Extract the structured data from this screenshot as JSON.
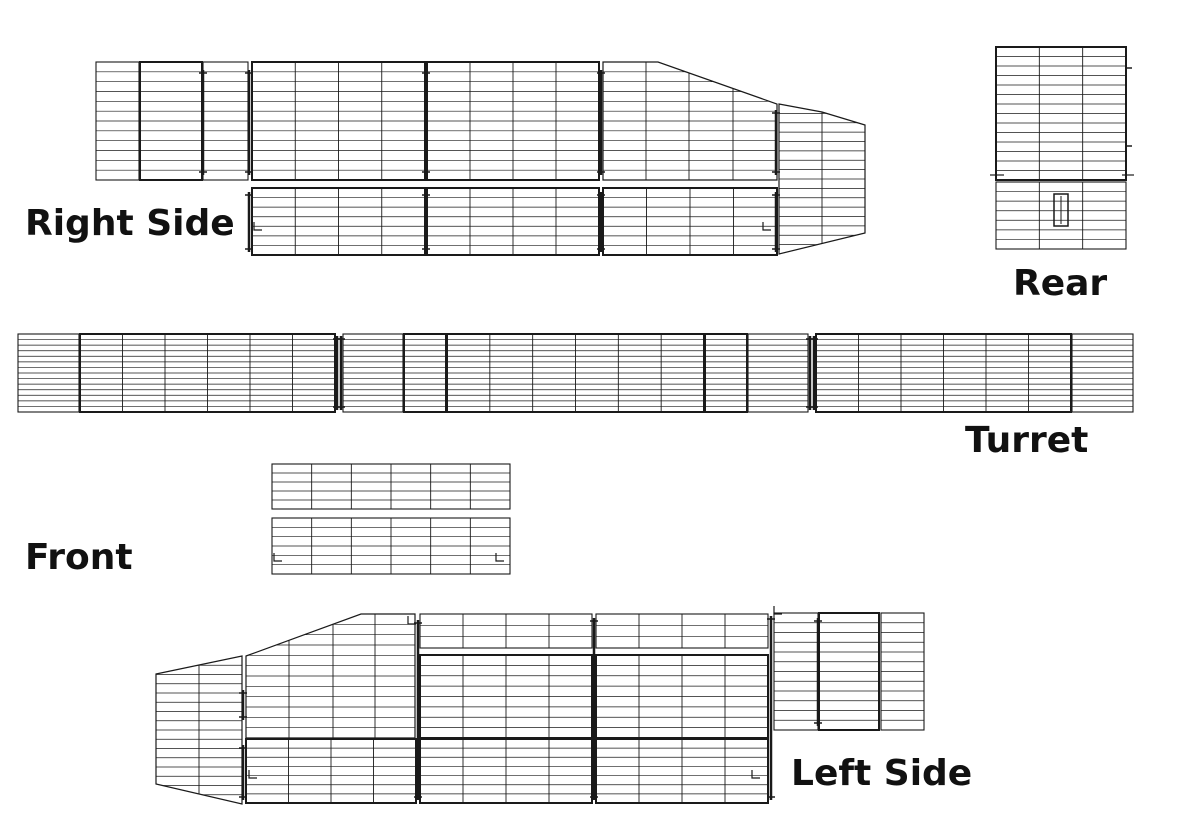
{
  "labels": {
    "right_side": "Right Side",
    "rear": "Rear",
    "turret": "Turret",
    "front": "Front",
    "left_side": "Left Side"
  },
  "colors": {
    "stroke": "#1a1a1a",
    "background": "#ffffff"
  }
}
